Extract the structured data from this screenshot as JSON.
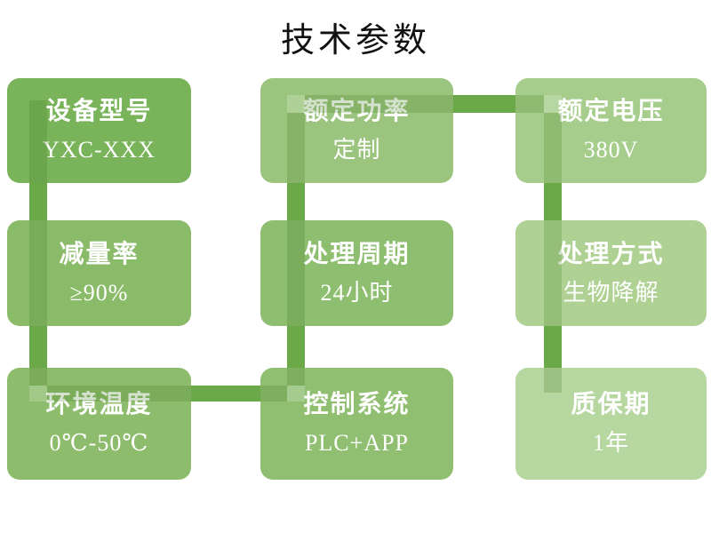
{
  "title": "技术参数",
  "connector": {
    "color": "#6AA848"
  },
  "boxes": [
    {
      "id": "device-model",
      "label": "设备型号",
      "value": "YXC-XXX",
      "color": "#7AB45A"
    },
    {
      "id": "rated-power",
      "label": "额定功率",
      "value": "定制",
      "color": "#9BC57E"
    },
    {
      "id": "rated-voltage",
      "label": "额定电压",
      "value": "380V",
      "color": "#A6CD8B"
    },
    {
      "id": "reduction-rate",
      "label": "减量率",
      "value": "≥90%",
      "color": "#8ABB69"
    },
    {
      "id": "processing-cycle",
      "label": "处理周期",
      "value": "24小时",
      "color": "#8EBE6F"
    },
    {
      "id": "processing-method",
      "label": "处理方式",
      "value": "生物降解",
      "color": "#AFD294"
    },
    {
      "id": "ambient-temperature",
      "label": "环境温度",
      "value": "0℃-50℃",
      "color": "#8CBC6C"
    },
    {
      "id": "control-system",
      "label": "控制系统",
      "value": "PLC+APP",
      "color": "#90BF72"
    },
    {
      "id": "warranty",
      "label": "质保期",
      "value": "1年",
      "color": "#B7D7A1"
    }
  ]
}
